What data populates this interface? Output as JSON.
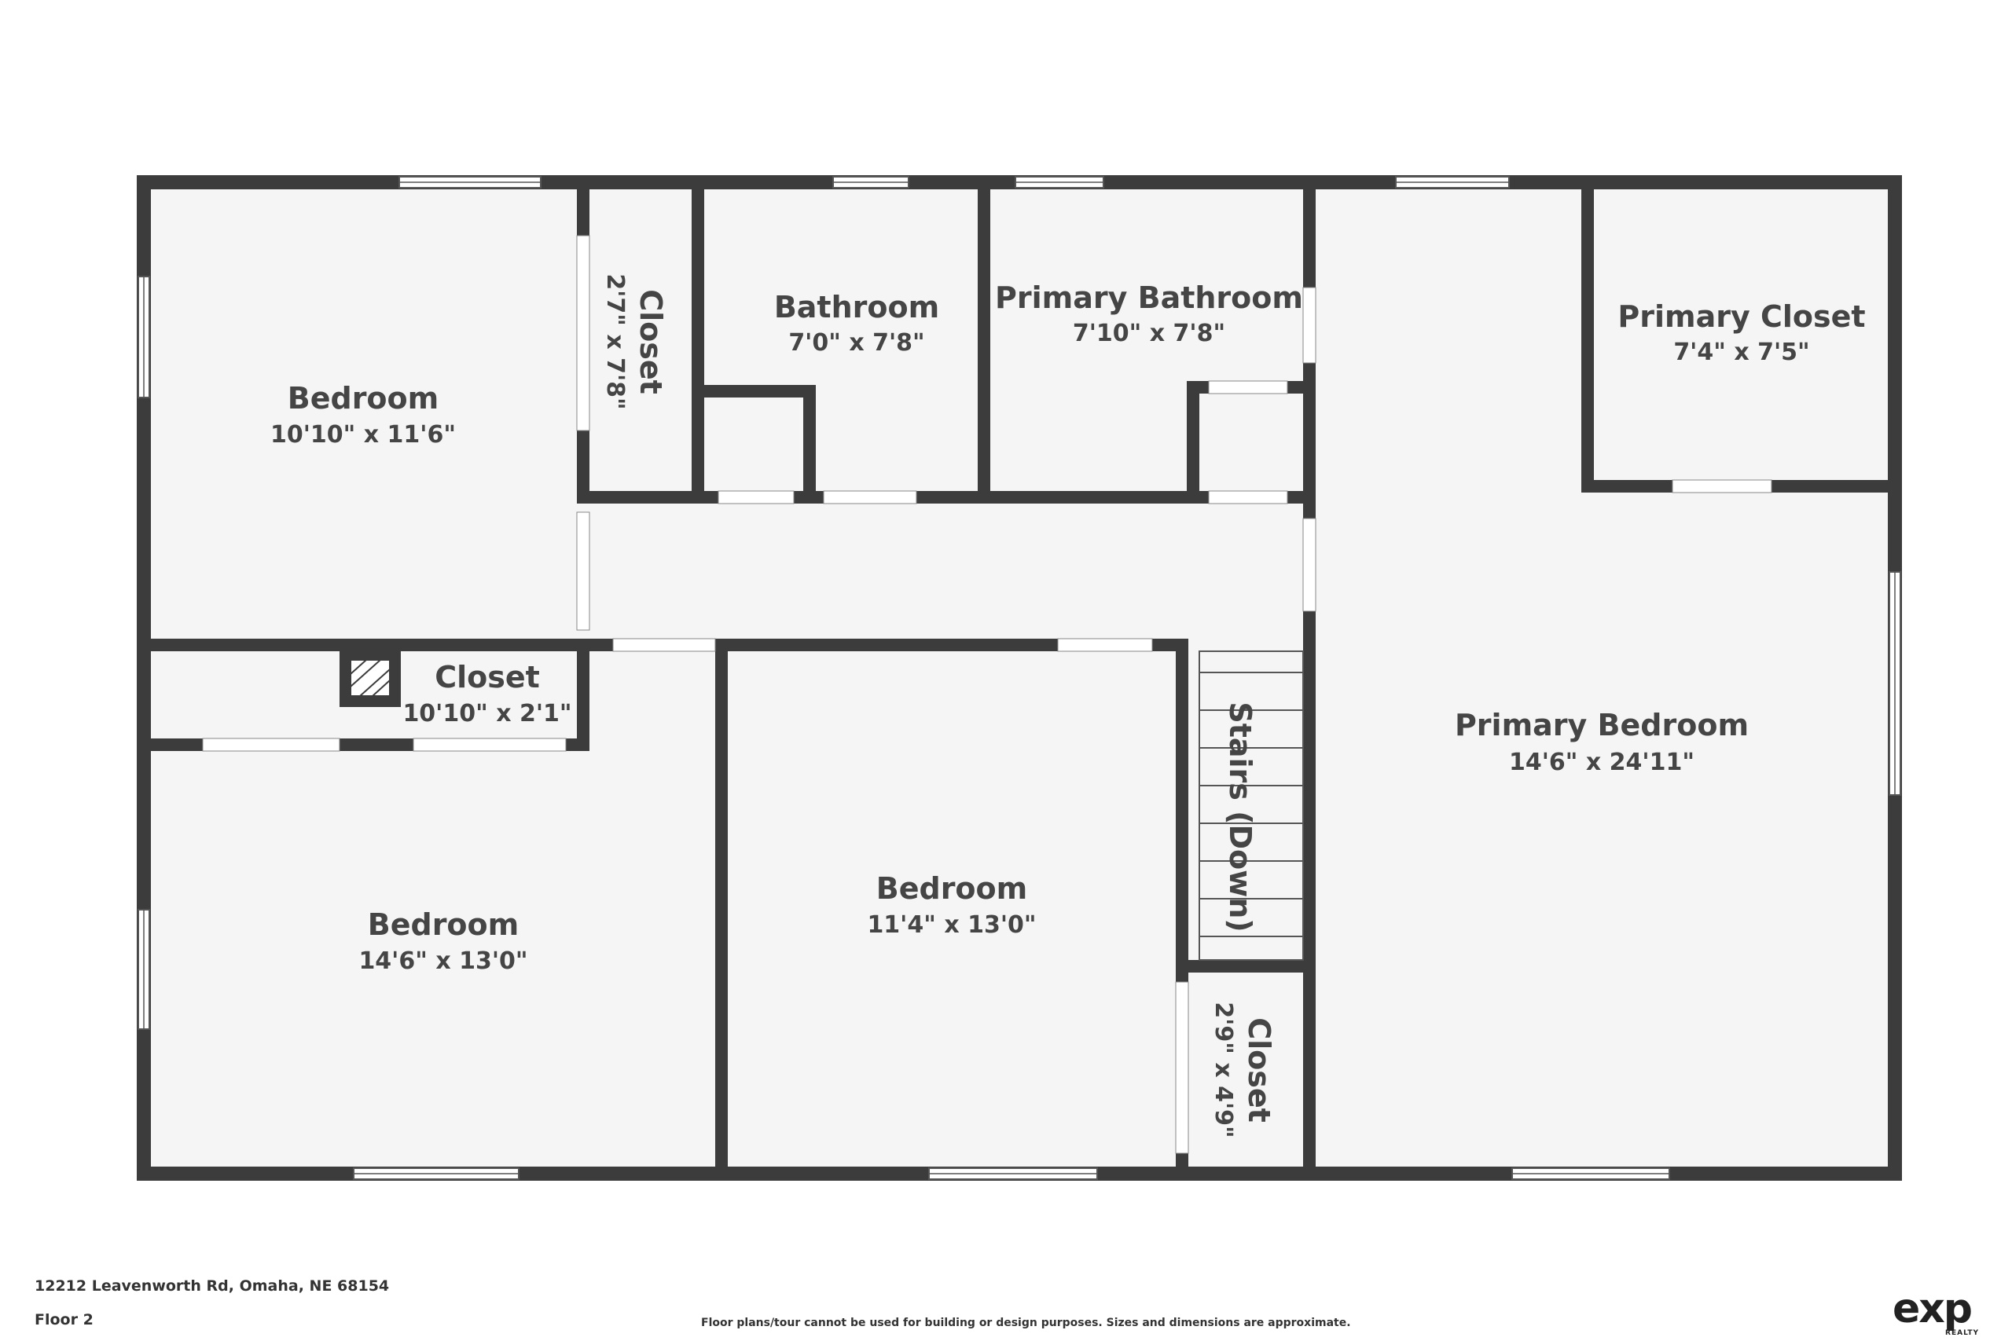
{
  "rooms": [
    {
      "name": "Bedroom",
      "dims": "10'10\" x 11'6\""
    },
    {
      "name": "Closet",
      "dims": "2'7\" x 7'8\""
    },
    {
      "name": "Bathroom",
      "dims": "7'0\" x 7'8\""
    },
    {
      "name": "Primary Bathroom",
      "dims": "7'10\" x 7'8\""
    },
    {
      "name": "Primary Closet",
      "dims": "7'4\" x 7'5\""
    },
    {
      "name": "Closet",
      "dims": "10'10\" x 2'1\""
    },
    {
      "name": "Primary Bedroom",
      "dims": "14'6\" x 24'11\""
    },
    {
      "name": "Stairs (Down)",
      "dims": ""
    },
    {
      "name": "Bedroom",
      "dims": "11'4\" x 13'0\""
    },
    {
      "name": "Bedroom",
      "dims": "14'6\" x 13'0\""
    },
    {
      "name": "Closet",
      "dims": "2'9\" x 4'9\""
    }
  ],
  "footer": {
    "address": "12212 Leavenworth Rd, Omaha, NE 68154",
    "floor": "Floor 2",
    "disclaimer": "Floor plans/tour cannot be used for building or design purposes. Sizes and dimensions are approximate."
  },
  "logo": {
    "main": "exp",
    "sub": "REALTY"
  },
  "colors": {
    "wall": "#3c3c3c",
    "floor": "#f5f5f5",
    "background": "#ffffff"
  }
}
